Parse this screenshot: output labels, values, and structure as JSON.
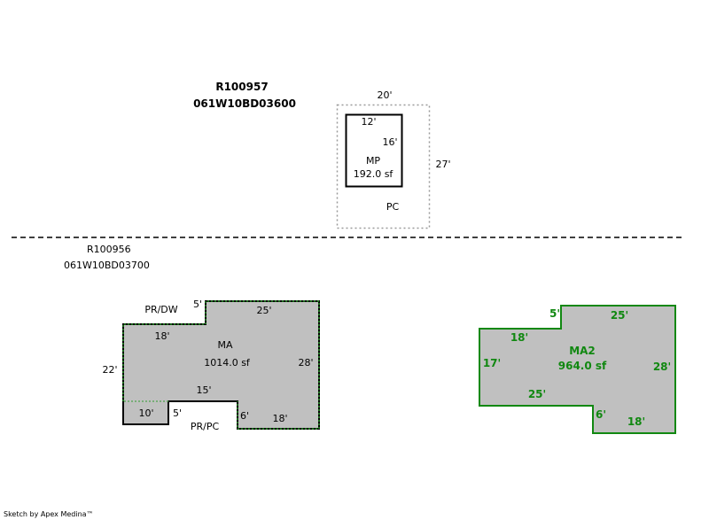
{
  "parcels": {
    "upper": {
      "id": "R100957",
      "map_number": "061W10BD03600"
    },
    "lower": {
      "id": "R100956",
      "map_number": "061W10BD03700"
    }
  },
  "pc_area": {
    "label": "PC",
    "dims": {
      "top": "20'",
      "right": "27'"
    },
    "mp": {
      "label": "MP",
      "area": "192.0 sf",
      "dims": {
        "top": "12'",
        "right": "16'"
      }
    }
  },
  "ma": {
    "label": "MA",
    "area": "1014.0 sf",
    "dims": {
      "notch_top": "5'",
      "top": "25'",
      "upper_left": "18'",
      "right": "28'",
      "left": "22'",
      "inner_bottom": "15'",
      "small_box": "10'",
      "notch_side": "5'",
      "step": "6'",
      "bottom": "18'"
    },
    "adjacent": {
      "top_left": "PR/DW",
      "bottom": "PR/PC"
    }
  },
  "ma2": {
    "label": "MA2",
    "area": "964.0 sf",
    "dims": {
      "notch_top": "5'",
      "top": "25'",
      "upper_left": "18'",
      "left": "17'",
      "right": "28'",
      "inner_bottom": "25'",
      "step": "6'",
      "bottom": "18'"
    }
  },
  "footer": "Sketch by Apex Medina™",
  "colors": {
    "fill": "#c0c0c0",
    "green": "#118811",
    "outline": "#000000"
  }
}
